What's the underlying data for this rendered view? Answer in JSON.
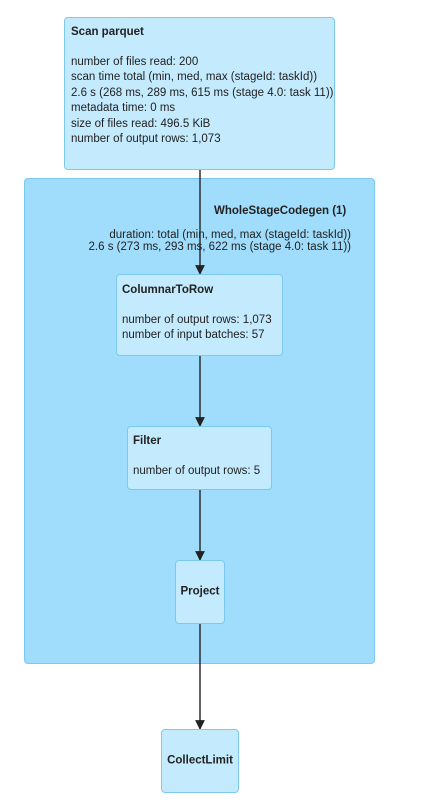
{
  "nodes": {
    "scan_parquet": {
      "title": "Scan parquet",
      "metrics": [
        "number of files read: 200",
        "scan time total (min, med, max (stageId: taskId))",
        "2.6 s (268 ms, 289 ms, 615 ms (stage 4.0: task 11))",
        "metadata time: 0 ms",
        "size of files read: 496.5 KiB",
        "number of output rows: 1,073"
      ]
    },
    "columnar_to_row": {
      "title": "ColumnarToRow",
      "metrics": [
        "number of output rows: 1,073",
        "number of input batches: 57"
      ]
    },
    "filter": {
      "title": "Filter",
      "metrics": [
        "number of output rows: 5"
      ]
    },
    "project": {
      "title": "Project"
    },
    "collect_limit": {
      "title": "CollectLimit"
    }
  },
  "cluster": {
    "title": "WholeStageCodegen (1)",
    "metric_line1": "duration: total (min, med, max (stageId: taskId))",
    "metric_line2": "2.6 s (273 ms, 293 ms, 622 ms (stage 4.0: task 11))"
  },
  "colors": {
    "node_fill": "#c4eafd",
    "cluster_fill": "#a0dcfb",
    "border": "#7cc9ef",
    "edge": "#222222"
  }
}
